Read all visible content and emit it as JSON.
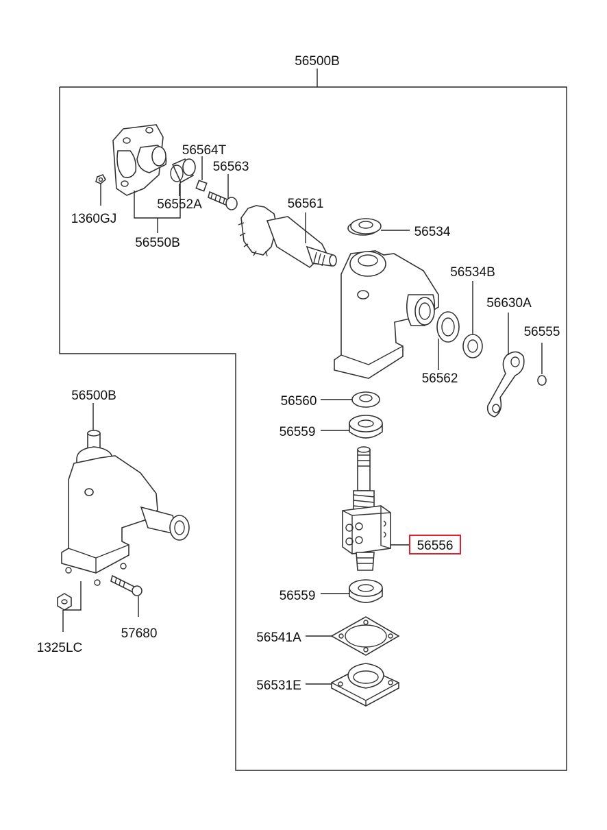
{
  "diagram": {
    "title_part": "56500B",
    "highlight_color": "#e0202a",
    "labels": {
      "assembly_top": "56500B",
      "p_1360GJ": "1360GJ",
      "p_56550B": "56550B",
      "p_56564T": "56564T",
      "p_56563": "56563",
      "p_56552A": "56552A",
      "p_56561": "56561",
      "p_56534": "56534",
      "p_56534B": "56534B",
      "p_56630A": "56630A",
      "p_56555": "56555",
      "p_56562": "56562",
      "p_56560": "56560",
      "p_56559a": "56559",
      "p_56556": "56556",
      "p_56559b": "56559",
      "p_56541A": "56541A",
      "p_56531E": "56531E",
      "assembly_inset": "56500B",
      "p_1325LC": "1325LC",
      "p_57680": "57680"
    }
  }
}
